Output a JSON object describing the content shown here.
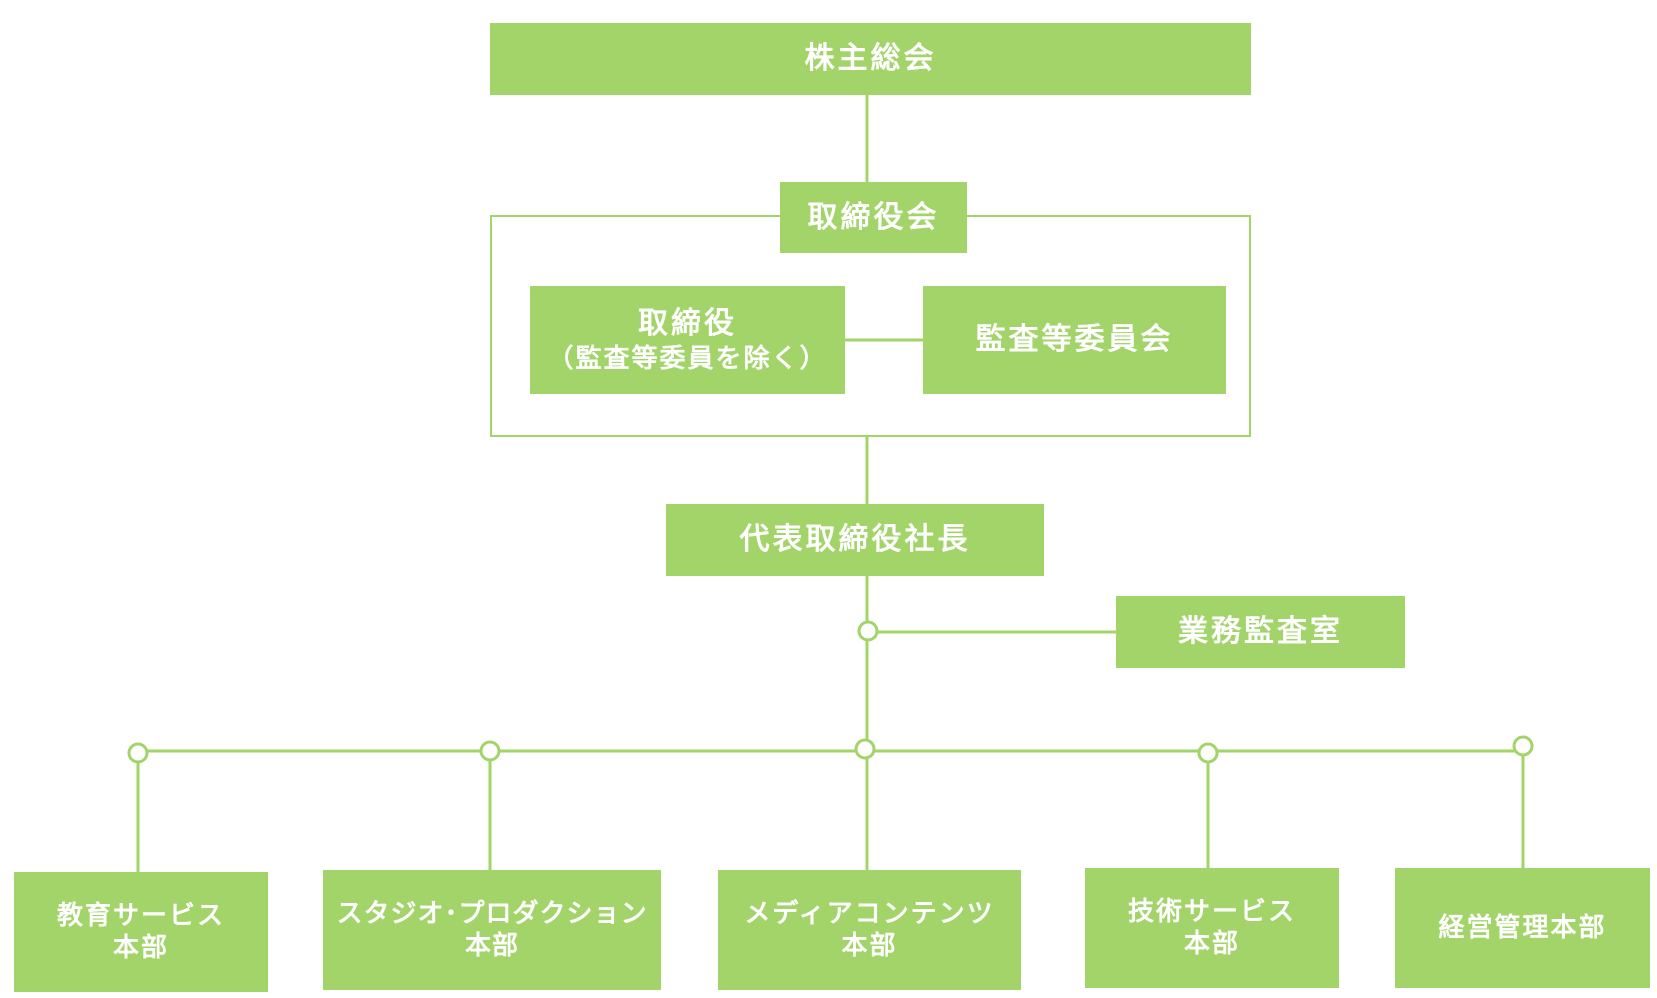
{
  "nodes": {
    "shareholders": "株主総会",
    "board": "取締役会",
    "directors": "取締役",
    "directors_note": "（監査等委員を除く）",
    "audit_committee": "監査等委員会",
    "president": "代表取締役社長",
    "internal_audit": "業務監査室"
  },
  "divisions": [
    {
      "line1": "教育サービス",
      "line2": "本部"
    },
    {
      "line1": "スタジオ･プロダクション",
      "line2": "本部"
    },
    {
      "line1": "メディアコンテンツ",
      "line2": "本部"
    },
    {
      "line1": "技術サービス",
      "line2": "本部"
    },
    {
      "line1": "経営管理本部",
      "line2": ""
    }
  ],
  "colors": {
    "green": "#a2d46a",
    "text": "#ffffff",
    "background": "#ffffff"
  }
}
